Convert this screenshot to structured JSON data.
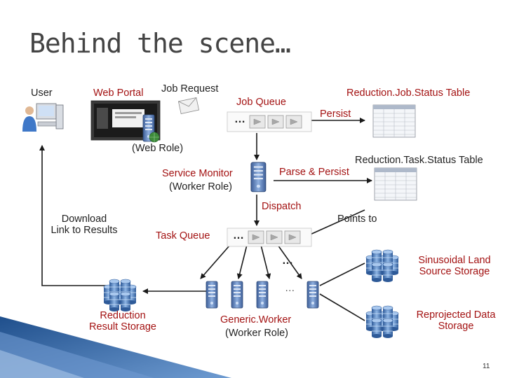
{
  "title": "Behind the scene…",
  "labels": {
    "user": "User",
    "web_portal": "Web Portal",
    "job_request": "Job Request",
    "job_queue": "Job Queue",
    "job_status_table": "Reduction.Job.Status Table",
    "persist": "Persist",
    "web_role": "(Web Role)",
    "task_status_table": "Reduction.Task.Status Table",
    "service_monitor": "Service Monitor",
    "worker_role": "(Worker Role)",
    "parse_persist": "Parse & Persist",
    "dispatch": "Dispatch",
    "download_line1": "Download",
    "download_line2": "Link to Results",
    "points_to": "Points to",
    "task_queue": "Task Queue",
    "sinusoidal_line1": "Sinusoidal Land",
    "sinusoidal_line2": "Source Storage",
    "reduction_result_line1": "Reduction",
    "reduction_result_line2": "Result Storage",
    "generic_worker": "Generic.Worker",
    "generic_worker_role": "(Worker Role)",
    "reprojected_line1": "Reprojected Data",
    "reprojected_line2": "Storage",
    "ellipsis": "…",
    "ellipsis_small": "…"
  },
  "page_number": "11",
  "colors": {
    "label_red": "#a31212",
    "arrow": "#1a1a1a",
    "queue_fill": "#e4e4e4",
    "server_blue": "#5d84c2",
    "storage_blue": "#3f6fb0",
    "corner_blue": "#2b5f9e"
  },
  "icons": [
    "user-computer-icon",
    "web-portal-screenshot-icon",
    "envelope-icon",
    "server-icon",
    "globe-icon",
    "table-icon",
    "queue-message-icon",
    "database-cluster-icon"
  ]
}
